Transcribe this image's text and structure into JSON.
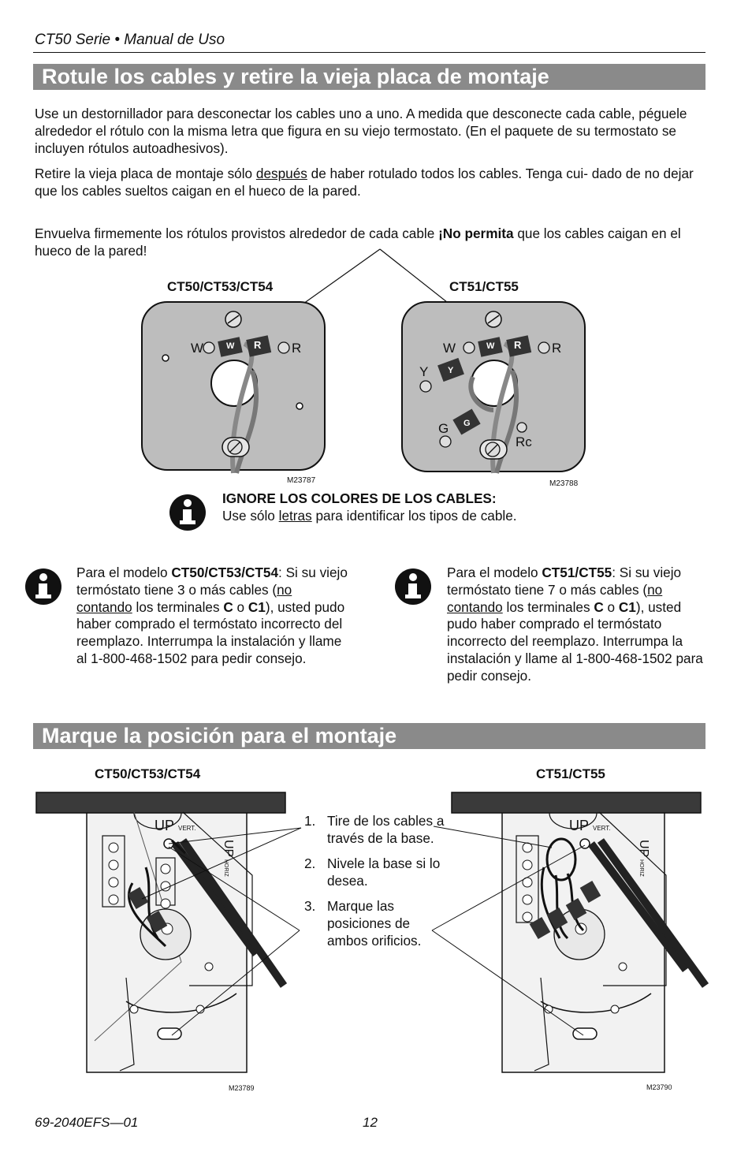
{
  "header": {
    "title": "CT50 Serie • Manual de Uso"
  },
  "section1": {
    "title": "Rotule los cables y retire la vieja placa de montaje",
    "p1": "Use un destornillador para desconectar los cables uno a uno. A medida que desconecte cada cable, péguele alrededor el rótulo con la misma letra que figura en su viejo termostato. (En el paquete de su termostato se incluyen rótulos autoadhesivos).",
    "p2_a": "Retire la vieja placa de montaje sólo ",
    "p2_u": "después",
    "p2_b": " de haber rotulado todos los cables. Tenga cui- dado de no dejar que los cables sueltos caigan en el hueco de la pared.",
    "p3_a": "Envuelva firmemente los rótulos provistos alrededor de cada cable ",
    "p3_bold": "¡No permita",
    "p3_b": " que los cables caigan en el hueco de la pared!",
    "fig_left_label": "CT50/CT53/CT54",
    "fig_right_label": "CT51/CT55",
    "fig_left_code": "M23787",
    "fig_right_code": "M23788",
    "wire_letters": {
      "w": "W",
      "r": "R",
      "y": "Y",
      "g": "G",
      "rc": "Rc"
    }
  },
  "ignore_note": {
    "title": "IGNORE LOS COLORES DE LOS CABLES:",
    "body_a": "Use sólo ",
    "body_u": "letras",
    "body_b": " para identificar los tipos de cable."
  },
  "note_left": {
    "a": "Para el modelo ",
    "model": "CT50/CT53/CT54",
    "b": ": Si su viejo termóstato tiene 3 o más cables (",
    "u": "no contando",
    "c": " los terminales ",
    "t1": "C",
    "d": " o ",
    "t2": "C1",
    "e": "), usted pudo haber comprado el termóstato incorrecto del reemplazo. Interrumpa la instalación y llame al 1-800-468-1502 para pedir consejo."
  },
  "note_right": {
    "a": "Para el modelo ",
    "model": "CT51/CT55",
    "b": ": Si su viejo termóstato tiene 7 o más cables (",
    "u": "no contando",
    "c": " los terminales ",
    "t1": "C",
    "d": " o ",
    "t2": "C1",
    "e": "), usted pudo haber comprado el termóstato incorrecto del reemplazo. Interrumpa la instalación y llame al 1-800-468-1502 para pedir consejo."
  },
  "section2": {
    "title": "Marque la posición para el montaje",
    "fig_left_label": "CT50/CT53/CT54",
    "fig_right_label": "CT51/CT55",
    "fig_left_code": "M23789",
    "fig_right_code": "M23790",
    "up_vert": "UP",
    "vert": "VERT.",
    "horiz": "HORIZ",
    "steps": [
      {
        "num": "1.",
        "text": "Tire de los cables a través de la base."
      },
      {
        "num": "2.",
        "text": "Nivele la base si lo desea."
      },
      {
        "num": "3.",
        "text": "Marque las posiciones de ambos orificios."
      }
    ]
  },
  "footer": {
    "doc_number": "69-2040EFS—01",
    "page": "12"
  }
}
